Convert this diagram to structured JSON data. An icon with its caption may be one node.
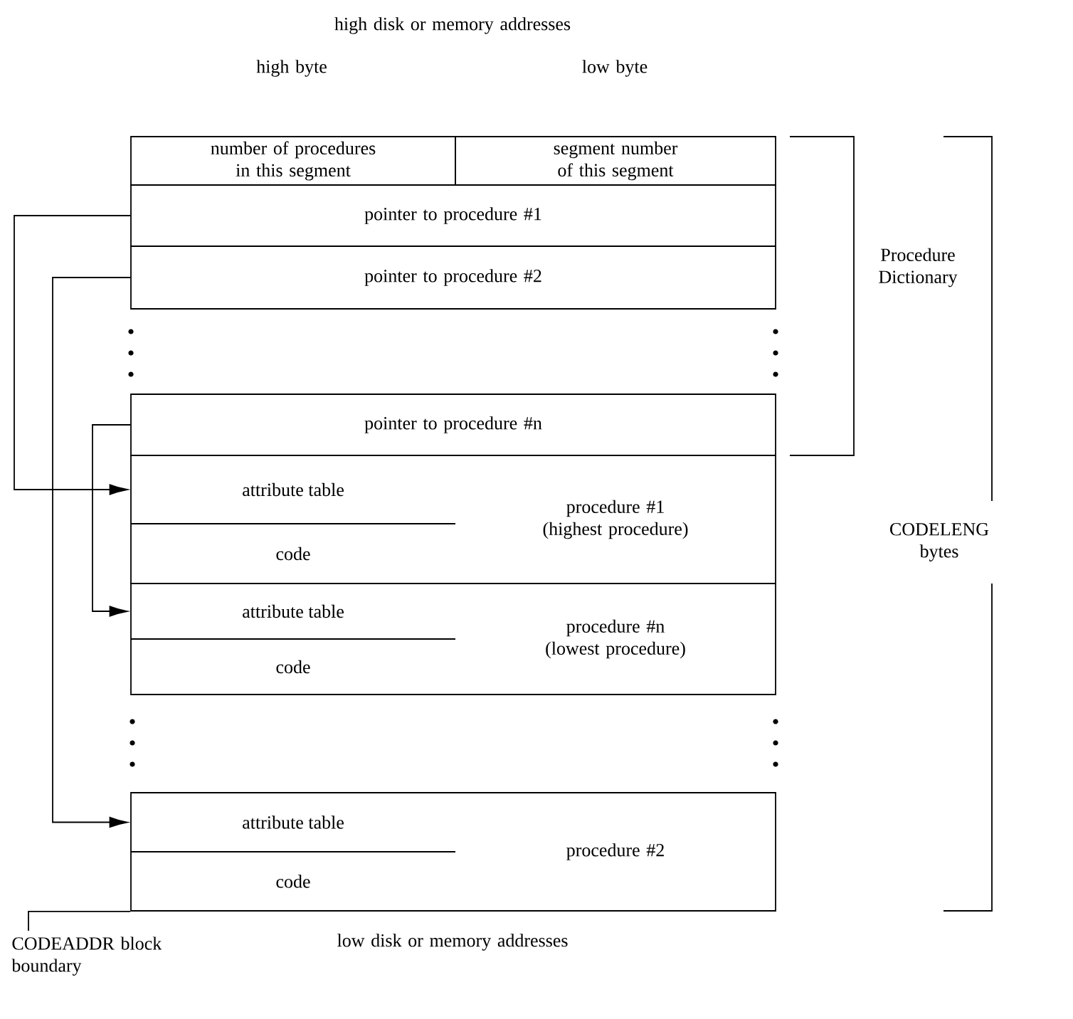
{
  "diagram": {
    "nodes": [
      {
        "text": [
          "number of procedures in this segment"
        ]
      },
      {
        "text": [
          "segment number of this segment"
        ]
      },
      {
        "text": [
          "pointer to procedure #1"
        ]
      },
      {
        "text": [
          "pointer to procedure #2"
        ]
      },
      {
        "text": [
          "pointer to procedure #n"
        ]
      },
      {
        "text": [
          "procedure #1 (highest procedure)"
        ]
      },
      {
        "text": [
          "attribute table"
        ],
        "in": 5
      },
      {
        "text": [
          "code"
        ],
        "in": 5
      },
      {
        "text": [
          "procedure #n (lowest procedure)"
        ]
      },
      {
        "text": [
          "attribute table"
        ],
        "in": 8
      },
      {
        "text": [
          "code"
        ],
        "in": 8
      },
      {
        "text": [
          "procedure #2"
        ]
      },
      {
        "text": [
          "attribute table"
        ],
        "in": 11
      },
      {
        "text": [
          "code"
        ],
        "in": 11
      },
      {
        "text": [
          "CODEADDR block boundary"
        ]
      }
    ],
    "edges": [
      {
        "from": 2,
        "to": 6,
        "arrow": "to"
      },
      {
        "from": 3,
        "to": 12,
        "arrow": "to"
      },
      {
        "from": 4,
        "to": 9,
        "arrow": "to"
      },
      {
        "from": 14,
        "to": 11,
        "arrow": "none"
      }
    ],
    "labels": [
      "high disk or memory addresses",
      "high byte",
      "low byte",
      "Procedure Dictionary",
      "CODELENG bytes",
      "low disk or memory addresses"
    ]
  }
}
